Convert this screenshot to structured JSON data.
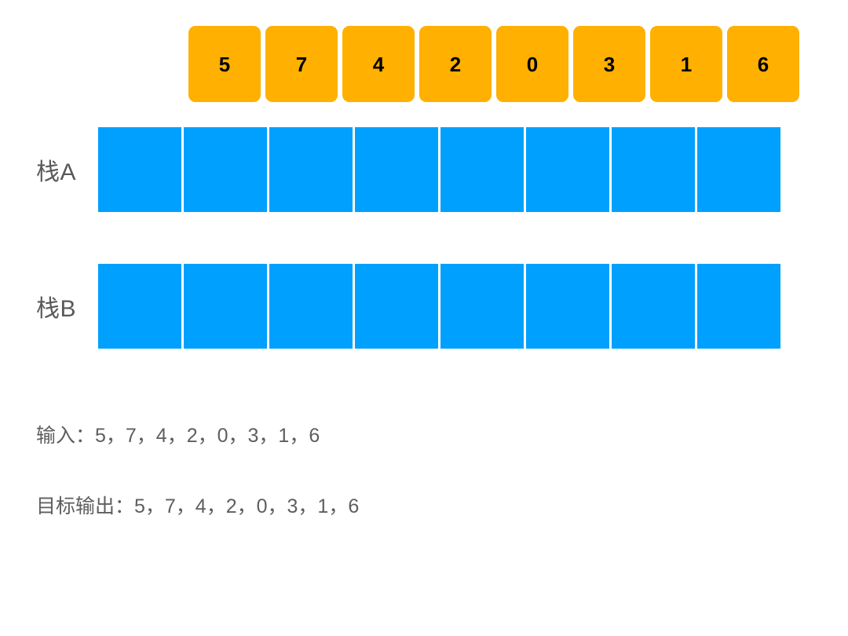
{
  "input_cards": [
    {
      "value": "5"
    },
    {
      "value": "7"
    },
    {
      "value": "4"
    },
    {
      "value": "2"
    },
    {
      "value": "0"
    },
    {
      "value": "3"
    },
    {
      "value": "1"
    },
    {
      "value": "6"
    }
  ],
  "stacks": [
    {
      "label": "栈A",
      "cells": [
        "",
        "",
        "",
        "",
        "",
        "",
        "",
        ""
      ]
    },
    {
      "label": "栈B",
      "cells": [
        "",
        "",
        "",
        "",
        "",
        "",
        "",
        ""
      ]
    }
  ],
  "captions": {
    "input": "输入：5，7，4，2，0，3，1，6",
    "target_output": "目标输出：5，7，4，2，0，3，1，6"
  },
  "colors": {
    "card_orange": "#ffb000",
    "cell_blue": "#00a0ff",
    "card_text": "#000000",
    "label_gray": "#595959",
    "caption_gray": "#5e5e5e",
    "background": "#ffffff"
  }
}
